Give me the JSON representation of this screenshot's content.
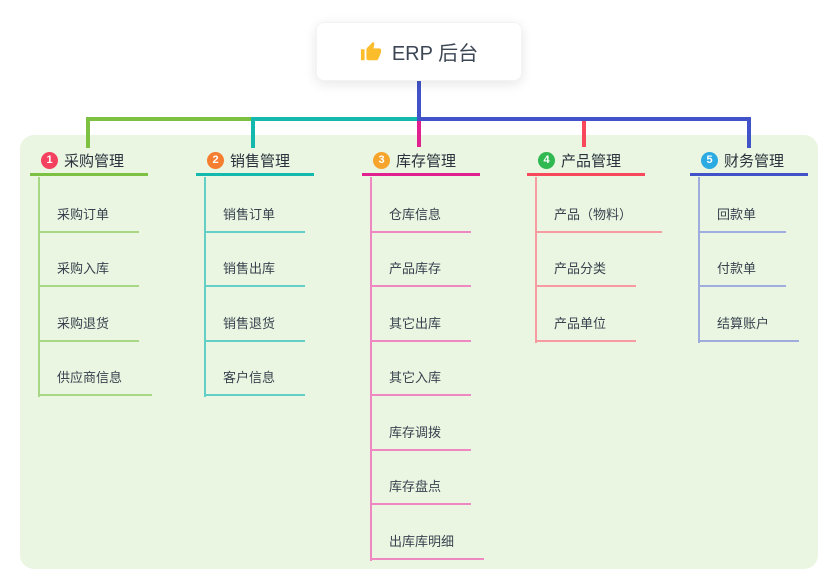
{
  "root": {
    "icon": "thumbs-up-icon",
    "label": "ERP 后台"
  },
  "branches": [
    {
      "badge": "1",
      "label": "采购管理",
      "color": "#7cc142",
      "child_color": "#a8d786",
      "badge_color": "#f4415f",
      "items": [
        "采购订单",
        "采购入库",
        "采购退货",
        "供应商信息"
      ]
    },
    {
      "badge": "2",
      "label": "销售管理",
      "color": "#14b8ac",
      "child_color": "#63cfc6",
      "badge_color": "#f67e30",
      "items": [
        "销售订单",
        "销售出库",
        "销售退货",
        "客户信息"
      ]
    },
    {
      "badge": "3",
      "label": "库存管理",
      "color": "#e1218f",
      "child_color": "#ef87c0",
      "badge_color": "#f6a42c",
      "items": [
        "仓库信息",
        "产品库存",
        "其它出库",
        "其它入库",
        "库存调拨",
        "库存盘点",
        "出库库明细"
      ]
    },
    {
      "badge": "4",
      "label": "产品管理",
      "color": "#f8485c",
      "child_color": "#f89aa2",
      "badge_color": "#31b951",
      "items": [
        "产品（物料）",
        "产品分类",
        "产品单位"
      ]
    },
    {
      "badge": "5",
      "label": "财务管理",
      "color": "#4253c9",
      "child_color": "#9fadde",
      "badge_color": "#2caae2",
      "items": [
        "回款单",
        "付款单",
        "结算账户"
      ]
    }
  ],
  "colors": {
    "connector_blue": "#4253c9",
    "panel_bg": "#eaf6e2",
    "root_card_bg": "#ffffff",
    "thumb_yellow": "#fbbd2c"
  }
}
